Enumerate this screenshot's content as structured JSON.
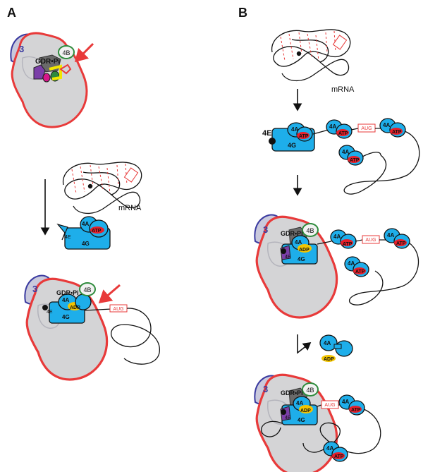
{
  "panels": {
    "a": {
      "letter": "A"
    },
    "b": {
      "letter": "B"
    }
  },
  "labels": {
    "subunit_3": "3",
    "gdr_pi": "GDR•Pi",
    "factor_4b": "4B",
    "factor_4a": "4A",
    "factor_4e": "4E",
    "factor_4g": "4G",
    "atp": "ATP",
    "adp": "ADP",
    "aug": "AUG",
    "mrna": "mRNA"
  },
  "colors": {
    "ribosome_fill": "#d4d4d6",
    "ribosome_outline": "#e83a3a",
    "subunit_blue": "#3a3aa0",
    "factor_blue": "#1eaeea",
    "atp_red": "#e8202a",
    "adp_yellow": "#f2c400",
    "green": "#2e8b3c",
    "arrow_red": "#e83a3a"
  },
  "icons": {
    "arrow": "arrow-down-icon",
    "release": "release-arrow-icon",
    "pointer": "red-pointer-arrow-icon"
  }
}
